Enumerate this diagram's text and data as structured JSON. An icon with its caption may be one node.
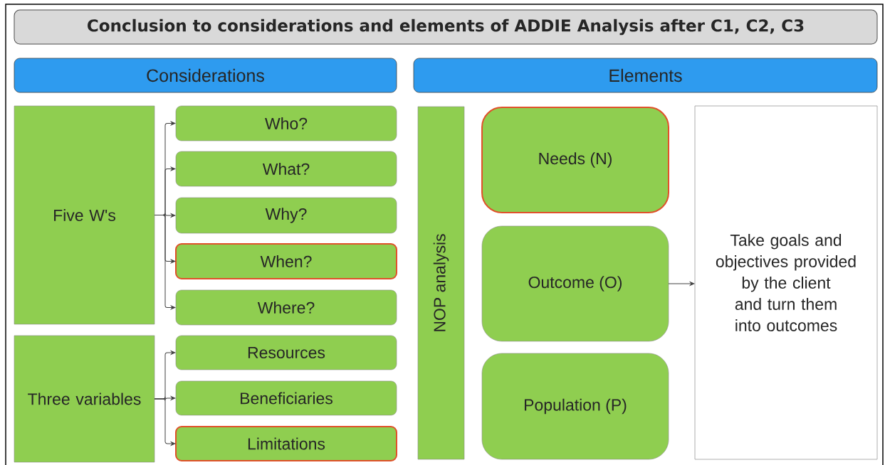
{
  "diagram": {
    "nodes": [
      {
        "text": [
          "Conclusion to considerations and elements of ADDIE Analysis after C1, C2, C3"
        ]
      },
      {
        "text": [
          "Considerations"
        ]
      },
      {
        "text": [
          "Elements"
        ]
      },
      {
        "text": [
          "Five W's"
        ]
      },
      {
        "text": [
          "Who?"
        ]
      },
      {
        "text": [
          "What?"
        ]
      },
      {
        "text": [
          "Why?"
        ]
      },
      {
        "text": [
          "When?"
        ]
      },
      {
        "text": [
          "Where?"
        ]
      },
      {
        "text": [
          "Three variables"
        ]
      },
      {
        "text": [
          "Resources"
        ]
      },
      {
        "text": [
          "Beneficiaries"
        ]
      },
      {
        "text": [
          "Limitations"
        ]
      },
      {
        "text": [
          "NOP analysis"
        ]
      },
      {
        "text": [
          "Needs (N)"
        ]
      },
      {
        "text": [
          "Outcome (O)"
        ]
      },
      {
        "text": [
          "Population (P)"
        ]
      },
      {
        "text": [
          "Take goals and objectives provided by the client and turn them into outcomes"
        ]
      }
    ],
    "edges": [
      {
        "from": 3,
        "to": 4,
        "arrow": "to"
      },
      {
        "from": 3,
        "to": 5,
        "arrow": "to"
      },
      {
        "from": 3,
        "to": 6,
        "arrow": "to"
      },
      {
        "from": 3,
        "to": 7,
        "arrow": "to"
      },
      {
        "from": 3,
        "to": 8,
        "arrow": "to"
      },
      {
        "from": 9,
        "to": 10,
        "arrow": "to"
      },
      {
        "from": 9,
        "to": 11,
        "arrow": "to"
      },
      {
        "from": 9,
        "to": 12,
        "arrow": "to"
      },
      {
        "from": 15,
        "to": 17,
        "arrow": "to"
      }
    ]
  }
}
